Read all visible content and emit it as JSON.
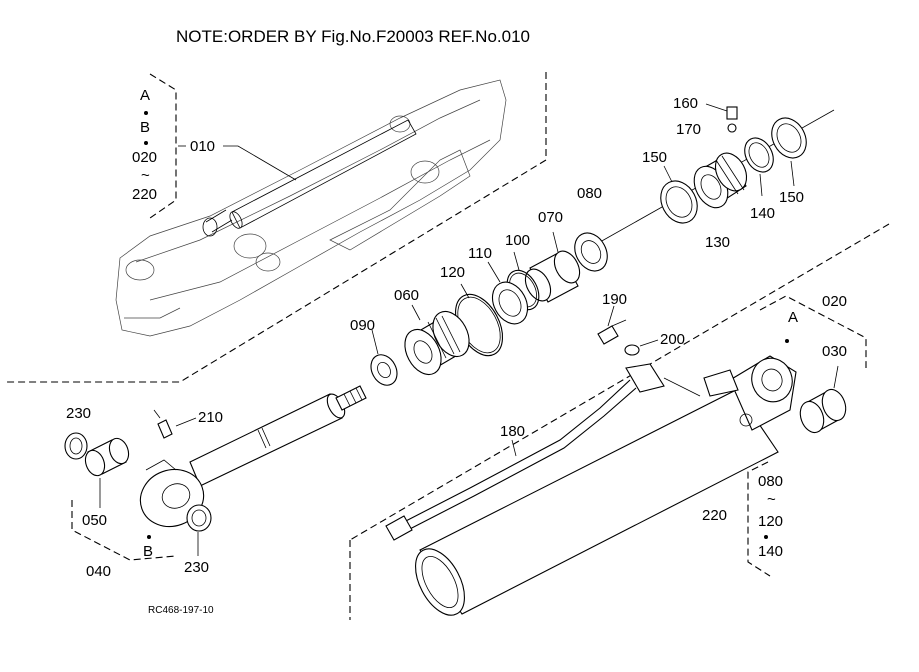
{
  "note": "NOTE:ORDER  BY  Fig.No.F20003  REF.No.010",
  "drawing_code": "RC468-197-10",
  "callouts": {
    "ref_010": "010",
    "ref_020": "020",
    "ref_030": "030",
    "ref_040": "040",
    "ref_050": "050",
    "ref_060": "060",
    "ref_070": "070",
    "ref_080": "080",
    "ref_090": "090",
    "ref_100": "100",
    "ref_110": "110",
    "ref_120": "120",
    "ref_130": "130",
    "ref_140_a": "140",
    "ref_150_a": "150",
    "ref_150_b": "150",
    "ref_160": "160",
    "ref_170": "170",
    "ref_180": "180",
    "ref_190": "190",
    "ref_200": "200",
    "ref_210": "210",
    "ref_220": "220",
    "ref_230_a": "230",
    "ref_230_b": "230",
    "point_a": "A",
    "point_b": "B"
  },
  "range_box_top": {
    "top": "A",
    "second": "B",
    "from": "020",
    "tilde": "~",
    "to": "220"
  },
  "range_box_right": {
    "from": "080",
    "tilde": "~",
    "middle": "120",
    "to": "140"
  }
}
